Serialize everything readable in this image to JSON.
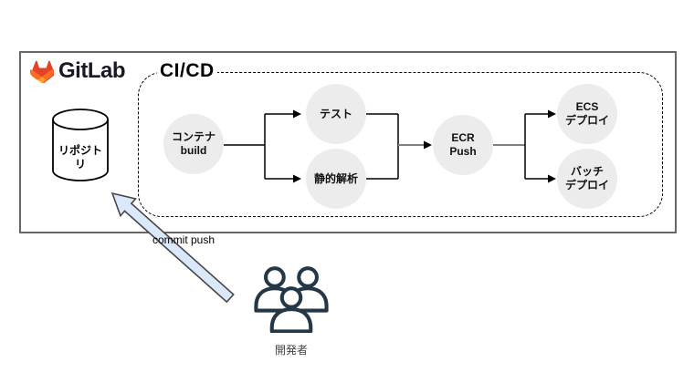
{
  "brand": {
    "name": "GitLab",
    "tanuki_colors": {
      "red": "#e24329",
      "orange": "#fc6d26",
      "yellow": "#fca326"
    }
  },
  "repository": {
    "label_line1": "リポジト",
    "label_line2": "リ"
  },
  "pipeline": {
    "title": "CI/CD",
    "nodes": {
      "build": {
        "line1": "コンテナ",
        "line2": "build"
      },
      "test": {
        "line1": "テスト",
        "line2": ""
      },
      "static_analysis": {
        "line1": "静的解析",
        "line2": ""
      },
      "ecr_push": {
        "line1": "ECR",
        "line2": "Push"
      },
      "ecs_deploy": {
        "line1": "ECS",
        "line2": "デプロイ"
      },
      "batch_deploy": {
        "line1": "バッチ",
        "line2": "デプロイ"
      }
    }
  },
  "commit_arrow": {
    "label": "commit push",
    "fill": "#dae8fc"
  },
  "developers": {
    "label": "開発者",
    "icon": "users-group-icon",
    "icon_color": "#243746"
  },
  "colors": {
    "node_fill": "#ececec",
    "outer_border": "#666666",
    "connector_gray": "#808080",
    "connector_black": "#000000"
  }
}
